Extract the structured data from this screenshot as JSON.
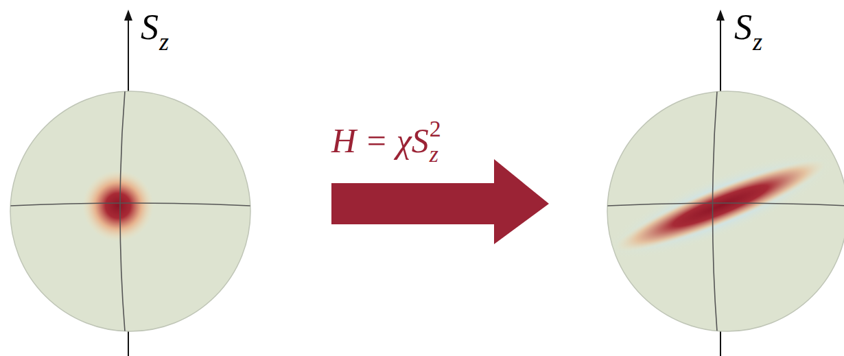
{
  "diagram": {
    "labels": [
      "S",
      "z",
      "H = χS",
      "z",
      "2",
      "S",
      "z"
    ]
  }
}
